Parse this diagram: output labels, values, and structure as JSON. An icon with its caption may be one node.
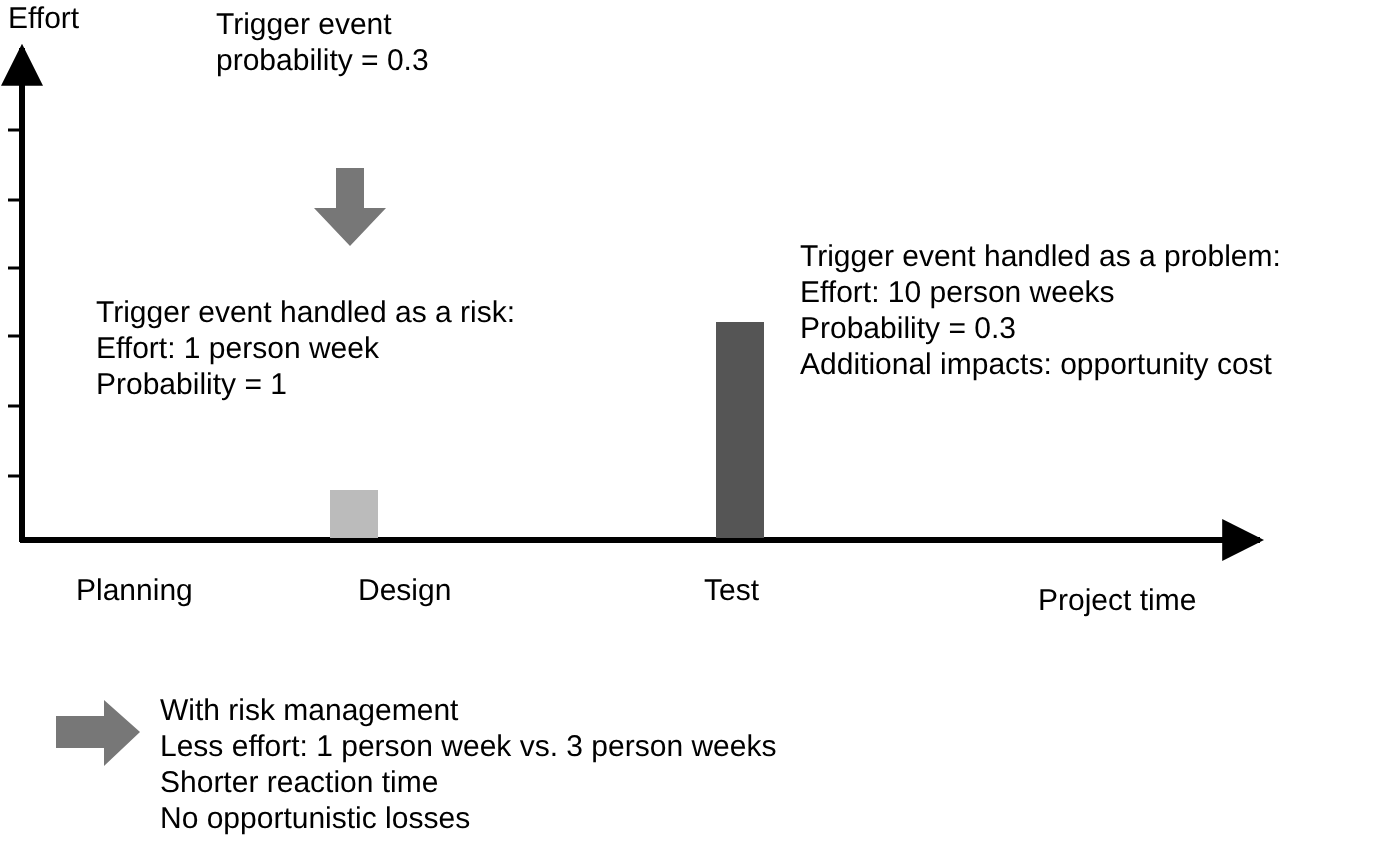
{
  "diagram": {
    "labels": [
      "Effort",
      "Trigger event probability = 0.3",
      "Trigger event handled as a problem:",
      "Effort: 10 person weeks",
      "Probability = 0.3",
      "Additional impacts: opportunity cost",
      "Trigger event handled as a risk:",
      "Effort: 1 person week",
      "Probability = 1",
      "Planning",
      "Design",
      "Test",
      "Project time",
      "With risk management",
      "Less effort: 1 person week vs. 3 person weeks",
      "Shorter reaction time",
      "No opportunistic losses"
    ]
  }
}
